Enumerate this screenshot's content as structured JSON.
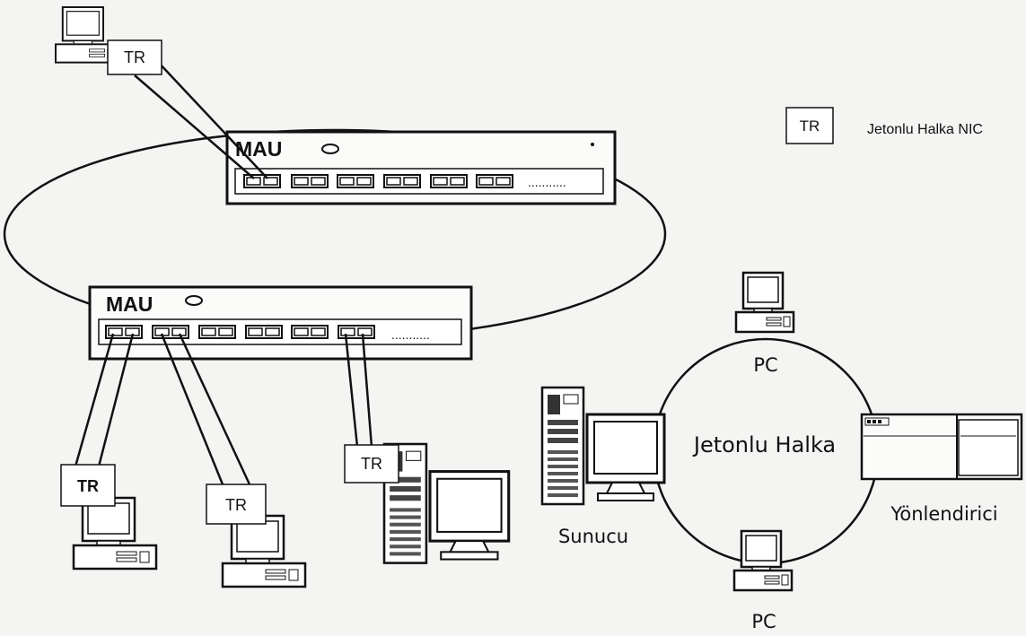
{
  "legend": {
    "box_text": "TR",
    "description": "Jetonlu Halka NIC"
  },
  "mau": {
    "label": "MAU",
    "port_dots": "..........."
  },
  "nic_label": "TR",
  "ring": {
    "center_label": "Jetonlu Halka",
    "pc_top_label": "PC",
    "pc_bottom_label": "PC",
    "server_label": "Sunucu",
    "router_label": "Yönlendirici"
  }
}
